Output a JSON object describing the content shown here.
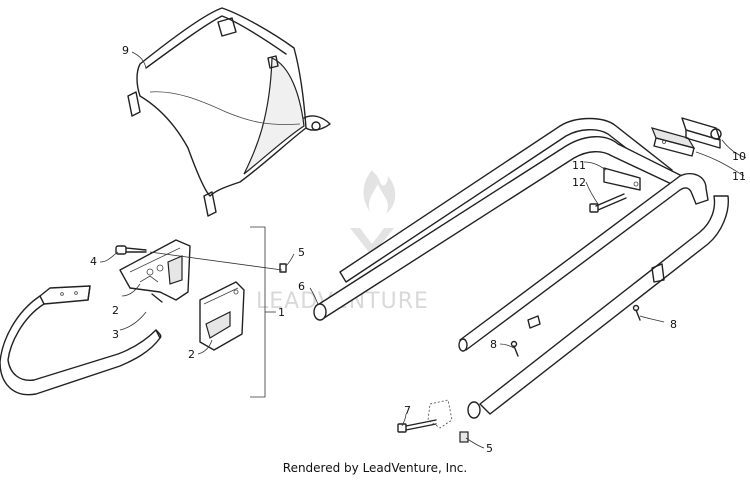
{
  "callouts": {
    "c1": "1",
    "c2a": "2",
    "c2b": "2",
    "c3": "3",
    "c4": "4",
    "c5a": "5",
    "c5b": "5",
    "c6": "6",
    "c7": "7",
    "c8a": "8",
    "c8b": "8",
    "c9": "9",
    "c10": "10",
    "c11a": "11",
    "c11b": "11",
    "c12": "12"
  },
  "watermark": {
    "text": "LEADVENTURE",
    "color": "#d9d9d9"
  },
  "credit": "Rendered by LeadVenture, Inc."
}
